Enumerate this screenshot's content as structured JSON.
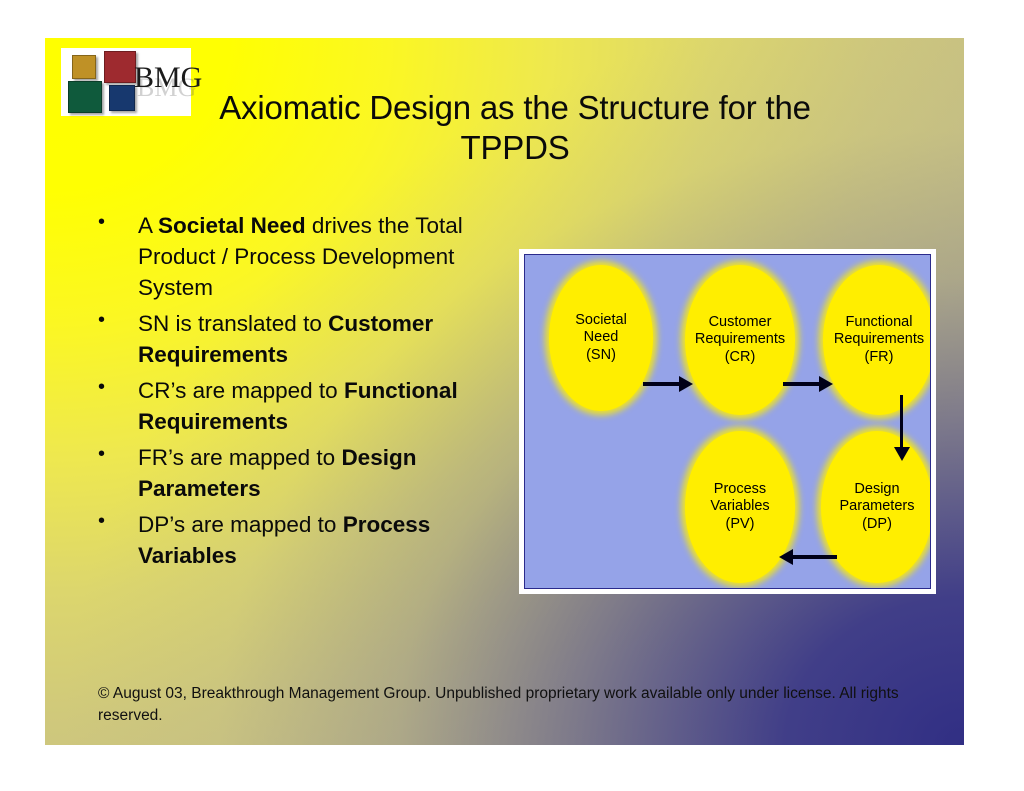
{
  "slide": {
    "title": "Axiomatic Design as the Structure for the TPPDS",
    "footer": "© August 03, Breakthrough Management Group.  Unpublished proprietary work available only under license. All rights reserved."
  },
  "logo": {
    "text": "BMG",
    "ghost_text": "BMG",
    "squares": [
      {
        "name": "gold-square",
        "color": "#bf9126"
      },
      {
        "name": "red-square",
        "color": "#9e2a2f"
      },
      {
        "name": "green-square",
        "color": "#0f5a3c"
      },
      {
        "name": "navy-square",
        "color": "#17386e"
      }
    ]
  },
  "bullets": [
    {
      "parts": [
        {
          "text": "A ",
          "bold": false
        },
        {
          "text": "Societal Need",
          "bold": true
        },
        {
          "text": " drives the Total Product / Process Development System",
          "bold": false
        }
      ]
    },
    {
      "parts": [
        {
          "text": "SN is translated to ",
          "bold": false
        },
        {
          "text": "Customer Requirements",
          "bold": true
        }
      ]
    },
    {
      "parts": [
        {
          "text": "CR’s are mapped to ",
          "bold": false
        },
        {
          "text": "Functional Requirements",
          "bold": true
        }
      ]
    },
    {
      "parts": [
        {
          "text": "FR’s are mapped to ",
          "bold": false
        },
        {
          "text": "Design Parameters",
          "bold": true
        }
      ]
    },
    {
      "parts": [
        {
          "text": "DP’s are mapped to ",
          "bold": false
        },
        {
          "text": "Process Variables",
          "bold": true
        }
      ]
    }
  ],
  "diagram": {
    "background_color": "#95a3e8",
    "node_color": "#ffee00",
    "arrow_color": "#000018",
    "nodes": {
      "sn": {
        "lines": [
          "Societal",
          "Need",
          "(SN)"
        ]
      },
      "cr": {
        "lines": [
          "Customer",
          "Requirements",
          "(CR)"
        ]
      },
      "fr": {
        "lines": [
          "Functional",
          "Requirements",
          "(FR)"
        ]
      },
      "pv": {
        "lines": [
          "Process",
          "Variables",
          "(PV)"
        ]
      },
      "dp": {
        "lines": [
          "Design",
          "Parameters",
          "(DP)"
        ]
      }
    },
    "arrows": [
      {
        "from": "sn",
        "to": "cr",
        "direction": "right"
      },
      {
        "from": "cr",
        "to": "fr",
        "direction": "right"
      },
      {
        "from": "fr",
        "to": "dp",
        "direction": "down"
      },
      {
        "from": "dp",
        "to": "pv",
        "direction": "left"
      }
    ]
  },
  "theme": {
    "gradient_start": "#ffff00",
    "gradient_mid": "#cfc87c",
    "gradient_end": "#2e2c84",
    "text_color": "#0a0a0a"
  }
}
